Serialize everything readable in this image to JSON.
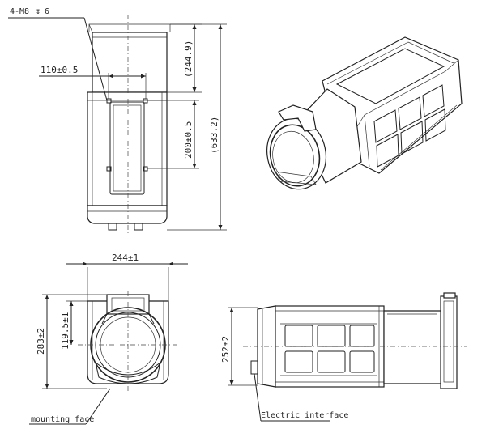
{
  "drawing": {
    "front_view": {
      "callout_thread": "4-M8",
      "callout_depth": "6",
      "dim_hole_spacing": "110±0.5",
      "dim_vertical_spacing": "200±0.5",
      "dim_top_height": "(244.9)",
      "dim_total_height": "(633.2)"
    },
    "end_view": {
      "dim_width": "244±1",
      "dim_height": "283±2",
      "dim_center_height": "119.5±1",
      "label_mounting_face": "mounting face"
    },
    "side_view": {
      "dim_height": "252±2",
      "label_electric_interface": "Electric interface"
    }
  }
}
